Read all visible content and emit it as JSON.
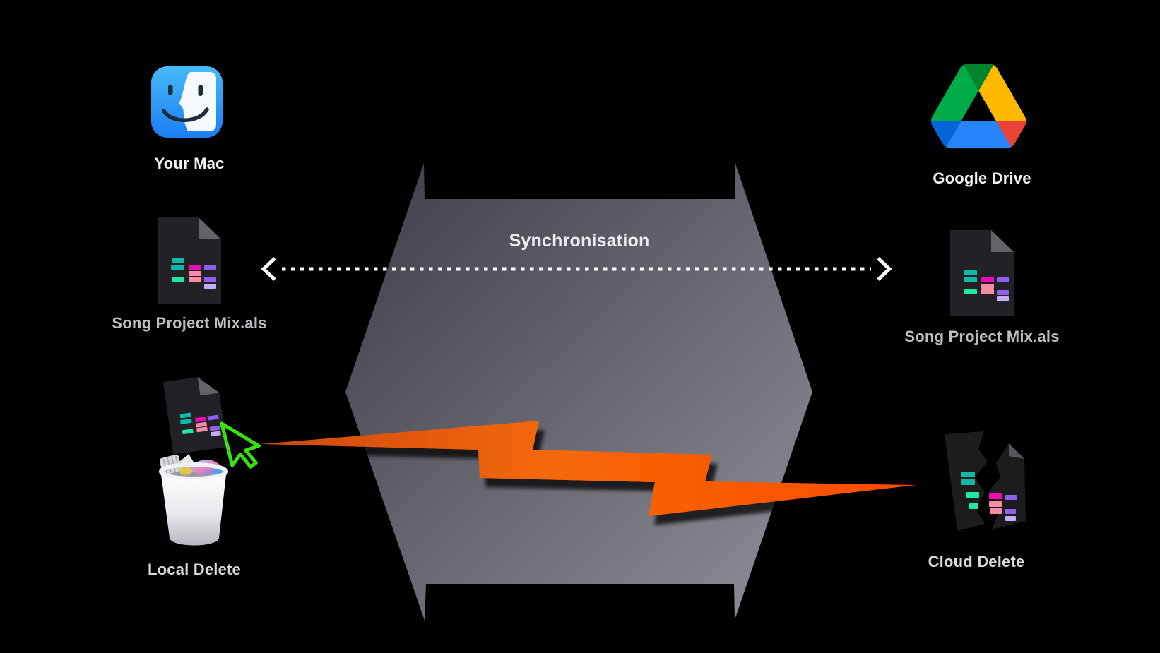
{
  "diagram": {
    "center_label": "Synchronisation",
    "sync_arrow": {
      "style": "dotted",
      "direction": "both-ways",
      "color": "#ffffff"
    },
    "nodes": {
      "your_mac": {
        "label": "Your Mac",
        "icon": "finder-icon"
      },
      "google_drive": {
        "label": "Google Drive",
        "icon": "google-drive-icon"
      },
      "local_file": {
        "label": "Song Project Mix.als",
        "icon": "als-project-file-icon"
      },
      "cloud_file": {
        "label": "Song Project Mix.als",
        "icon": "als-project-file-icon"
      },
      "local_delete": {
        "label": "Local Delete",
        "icons": [
          "als-project-file-icon",
          "cursor-icon",
          "trash-full-icon"
        ]
      },
      "cloud_delete": {
        "label": "Cloud Delete",
        "icon": "torn-file-icon"
      }
    }
  },
  "colors": {
    "background": "#000000",
    "region_dark": "#3d3d47",
    "region_light": "#90909a",
    "bolt_left": "#cc4808",
    "bolt_mid": "#f56908",
    "bolt_right": "#ff4a00",
    "arrow": "#ffffff",
    "doc_body": "#222226",
    "doc_fold": "#636367",
    "torn_doc_body": "#1c1c1f",
    "torn_doc_fold": "#56565b",
    "clip_teal": "#10b8a8",
    "clip_magenta": "#ec0cb4",
    "clip_purple": "#8f5ff0",
    "clip_pink": "#f98ba4",
    "clip_green": "#1fe8a2",
    "clip_lavender": "#c3aef2",
    "finder_top": "#47baf8",
    "finder_bottom": "#1a7ef2",
    "finder_face": "#f5fafe",
    "finder_features": "#1f2c3a",
    "drive_green": "#00ac47",
    "drive_dark_green": "#00832d",
    "drive_yellow": "#ffba00",
    "drive_blue": "#2684fc",
    "drive_dark_blue": "#0066da",
    "drive_red": "#ea4335",
    "cursor_green": "#3ae20c",
    "trash_light": "#fdfdfe",
    "trash_dark": "#b6b6bf",
    "label_bright": "#f4f4f6",
    "label_file": "#bcbcc1",
    "label_delete": "#d8d8da"
  }
}
